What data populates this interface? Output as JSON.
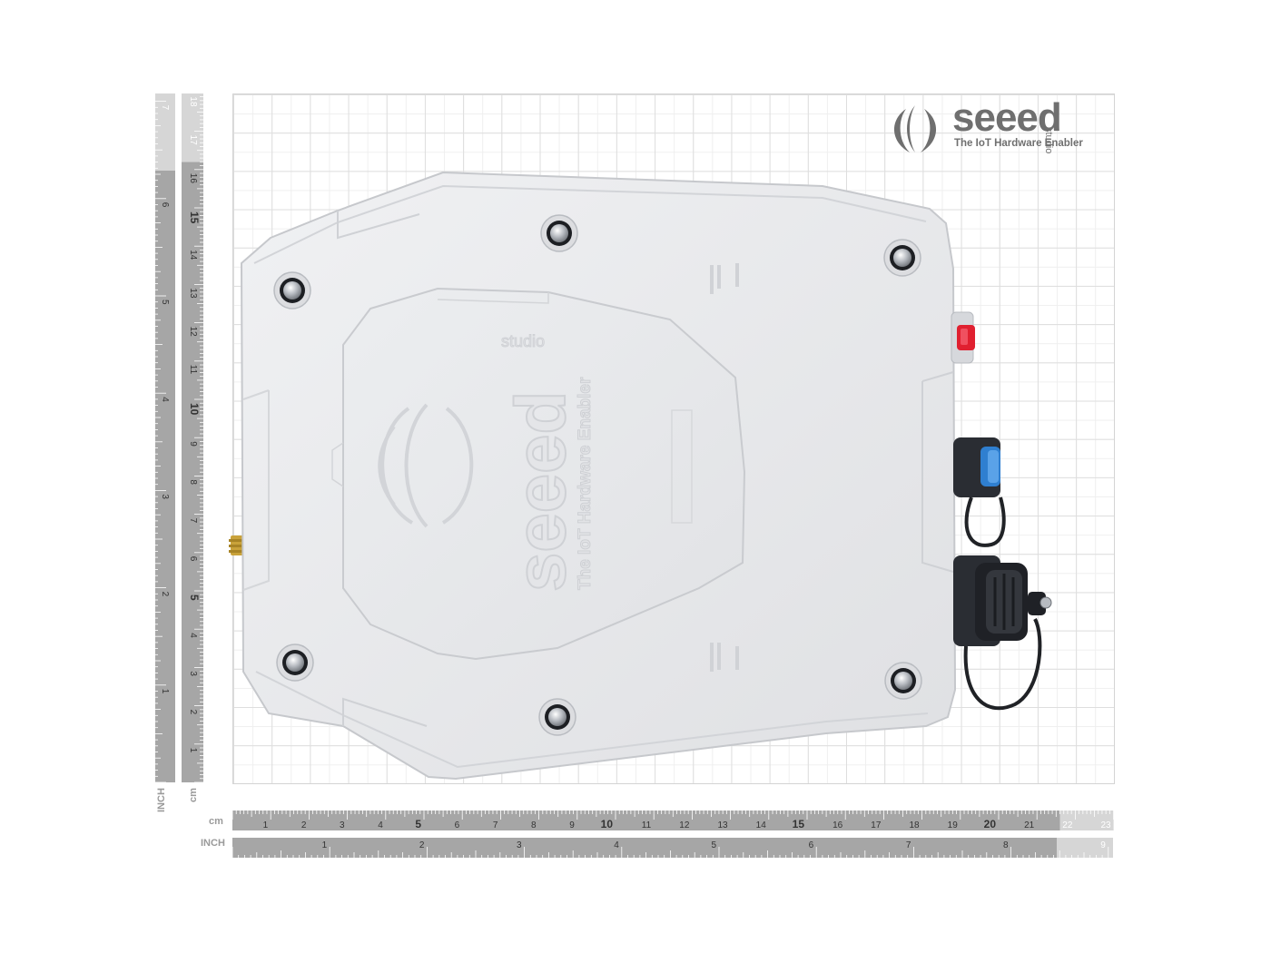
{
  "brand": {
    "wordmark": "seeed",
    "suffix": "studio",
    "tagline": "The IoT Hardware Enabler"
  },
  "rulers": {
    "cm_label": "cm",
    "inch_label": "INCH",
    "horizontal_cm_ticks": [
      "1",
      "2",
      "3",
      "4",
      "5",
      "6",
      "7",
      "8",
      "9",
      "10",
      "11",
      "12",
      "13",
      "14",
      "15",
      "16",
      "17",
      "18",
      "19",
      "20",
      "21",
      "22",
      "23"
    ],
    "horizontal_inch_ticks": [
      "1",
      "2",
      "3",
      "4",
      "5",
      "6",
      "7",
      "8",
      "9"
    ],
    "vertical_cm_ticks": [
      "1",
      "2",
      "3",
      "4",
      "5",
      "6",
      "7",
      "8",
      "9",
      "10",
      "11",
      "12",
      "13",
      "14",
      "15",
      "16",
      "17",
      "18"
    ],
    "vertical_inch_ticks": [
      "1",
      "2",
      "3",
      "4",
      "5",
      "6",
      "7"
    ]
  },
  "device": {
    "emboss_brand": "seeed",
    "emboss_suffix": "studio",
    "emboss_tagline": "The IoT Hardware Enabler"
  },
  "colors": {
    "enclosure": "#e9eaec",
    "enclosure_shade": "#d8d9dc",
    "ruler_dark": "#a6a6a6",
    "ruler_light": "#d6d6d6",
    "logo_gray": "#6f6f6f",
    "button_red": "#e02030",
    "connector_blue": "#2f7fd0"
  }
}
